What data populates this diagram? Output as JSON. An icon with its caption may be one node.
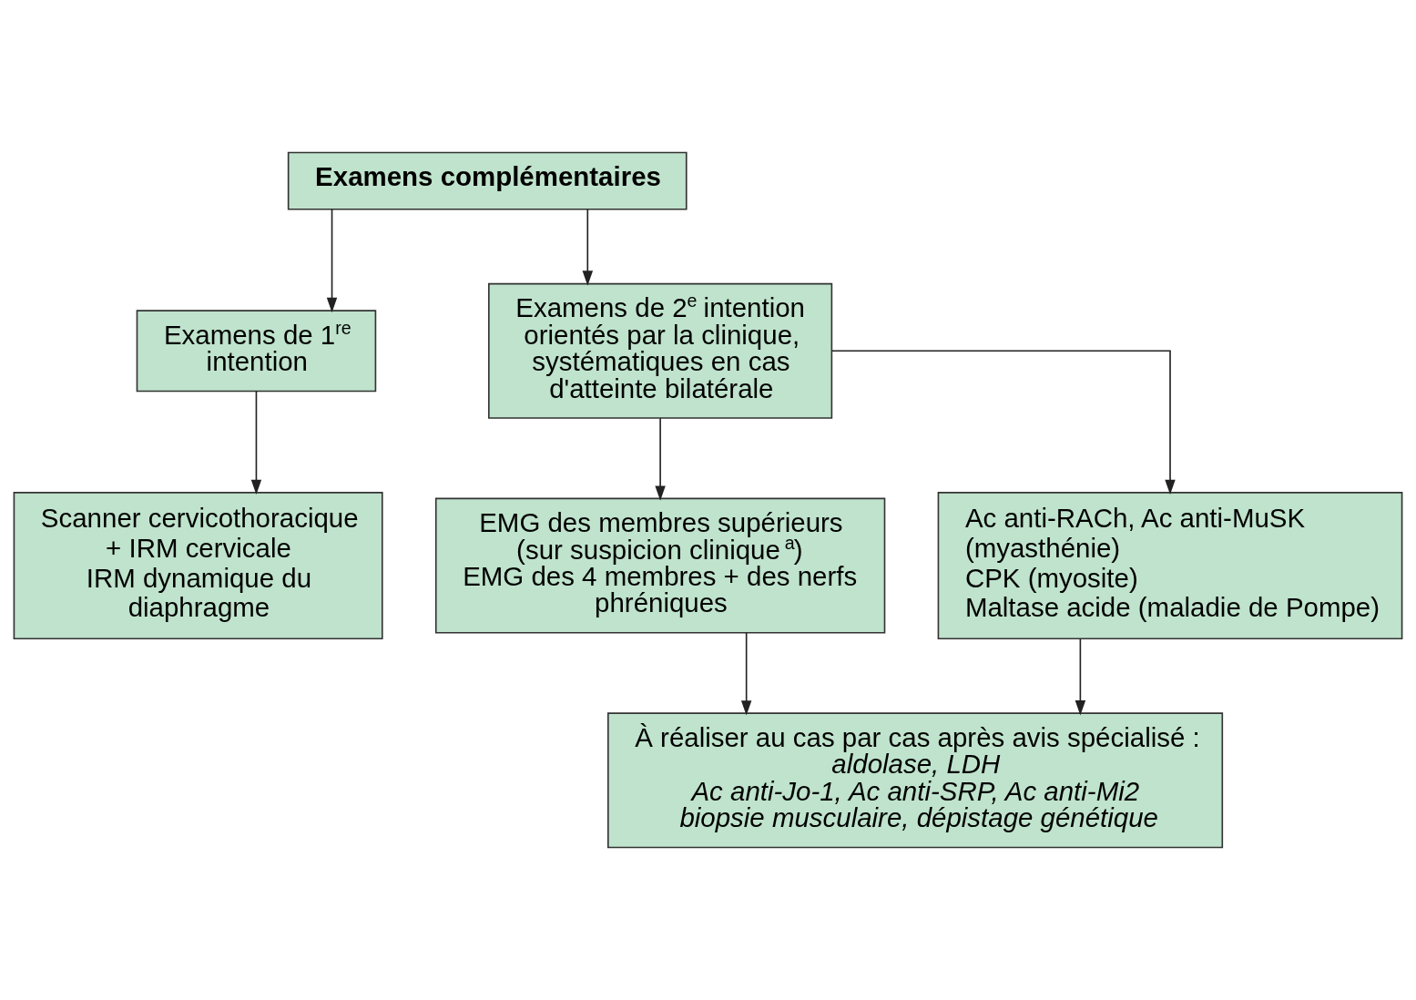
{
  "diagram": {
    "nodes": [
      {
        "text": [
          "Examens complémentaires"
        ]
      },
      {
        "text": [
          "Examens de 1$^{re}$ intention"
        ]
      },
      {
        "text": [
          "Examens de 2$^{e}$ intention orientés par la clinique, systématiques en cas d'atteinte bilatérale"
        ]
      },
      {
        "text": [
          "Scanner cervicothoracique + IRM cervicale",
          "IRM dynamique du diaphragme"
        ]
      },
      {
        "text": [
          "EMG des membres supérieurs (sur suspicion clinique $^{a}$)",
          "EMG des 4 membres + des nerfs phréniques"
        ]
      },
      {
        "text": [
          "Ac anti-RACh, Ac anti-MuSK (myasthénie)",
          "CPK (myosite)",
          "Maltase acide (maladie de Pompe)"
        ]
      },
      {
        "text": [
          "À réaliser au cas par cas après avis spécialisé :",
          "aldolase, LDH",
          "Ac anti-Jo-1, Ac anti-SRP, Ac anti-Mi2",
          "biopsie musculaire, dépistage génétique"
        ]
      }
    ],
    "edges": [
      {
        "from": 0,
        "to": 1,
        "arrow": "to"
      },
      {
        "from": 0,
        "to": 2,
        "arrow": "to"
      },
      {
        "from": 1,
        "to": 3,
        "arrow": "to"
      },
      {
        "from": 2,
        "to": 4,
        "arrow": "to"
      },
      {
        "from": 2,
        "to": 5,
        "arrow": "to"
      },
      {
        "from": 4,
        "to": 6,
        "arrow": "to"
      },
      {
        "from": 5,
        "to": 6,
        "arrow": "to"
      }
    ]
  }
}
